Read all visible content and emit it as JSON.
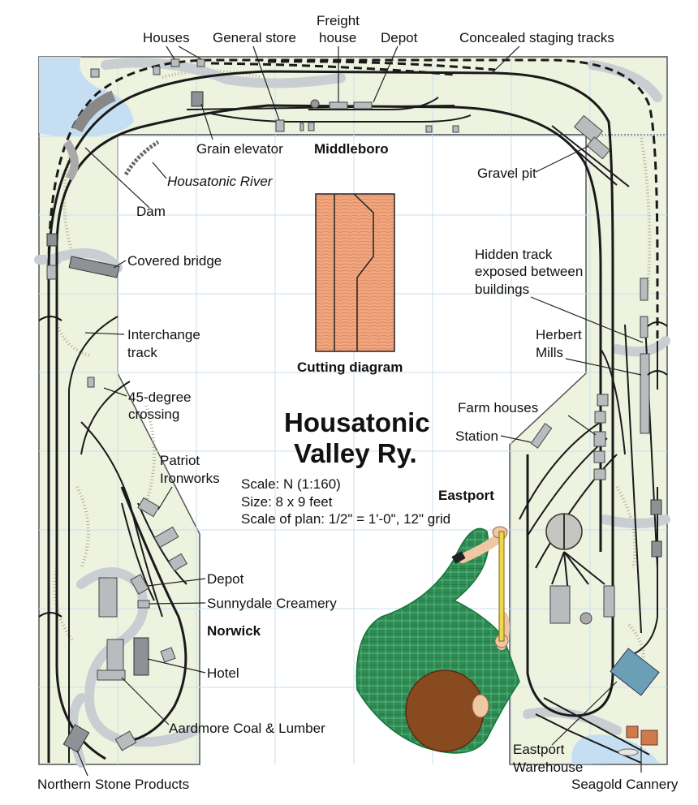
{
  "title": {
    "line1": "Housatonic",
    "line2": "Valley Ry."
  },
  "info": {
    "scale": "Scale: N (1:160)",
    "size": "Size: 8 x 9 feet",
    "plan_scale": "Scale of plan: 1/2\" = 1'-0\", 12\" grid"
  },
  "towns": {
    "middleboro": "Middleboro",
    "norwick": "Norwick",
    "eastport": "Eastport"
  },
  "cutting": {
    "label": "Cutting diagram"
  },
  "labels": {
    "houses": "Houses",
    "general_store": "General store",
    "freight_house_1": "Freight",
    "freight_house_2": "house",
    "depot_top": "Depot",
    "staging": "Concealed staging tracks",
    "grain": "Grain elevator",
    "river": "Housatonic River",
    "gravel": "Gravel pit",
    "dam": "Dam",
    "covered_bridge": "Covered bridge",
    "hidden_1": "Hidden track",
    "hidden_2": "exposed between",
    "hidden_3": "buildings",
    "interchange_1": "Interchange",
    "interchange_2": "track",
    "herbert_1": "Herbert",
    "herbert_2": "Mills",
    "crossing_1": "45-degree",
    "crossing_2": "crossing",
    "farm": "Farm houses",
    "station": "Station",
    "patriot_1": "Patriot",
    "patriot_2": "Ironworks",
    "depot_norwick": "Depot",
    "creamery": "Sunnydale Creamery",
    "hotel": "Hotel",
    "coal": "Aardmore Coal & Lumber",
    "northern": "Northern Stone Products",
    "warehouse_1": "Eastport",
    "warehouse_2": "Warehouse",
    "cannery": "Seagold Cannery"
  },
  "colors": {
    "benchwork": "#eef3e0",
    "water": "#c5def2",
    "grid": "#c9dfee",
    "track": "#1a1a1a",
    "plywood": "#f2a67e",
    "shirt": "#2e8a52",
    "hair": "#8a4a20",
    "skin": "#efc7a3"
  }
}
